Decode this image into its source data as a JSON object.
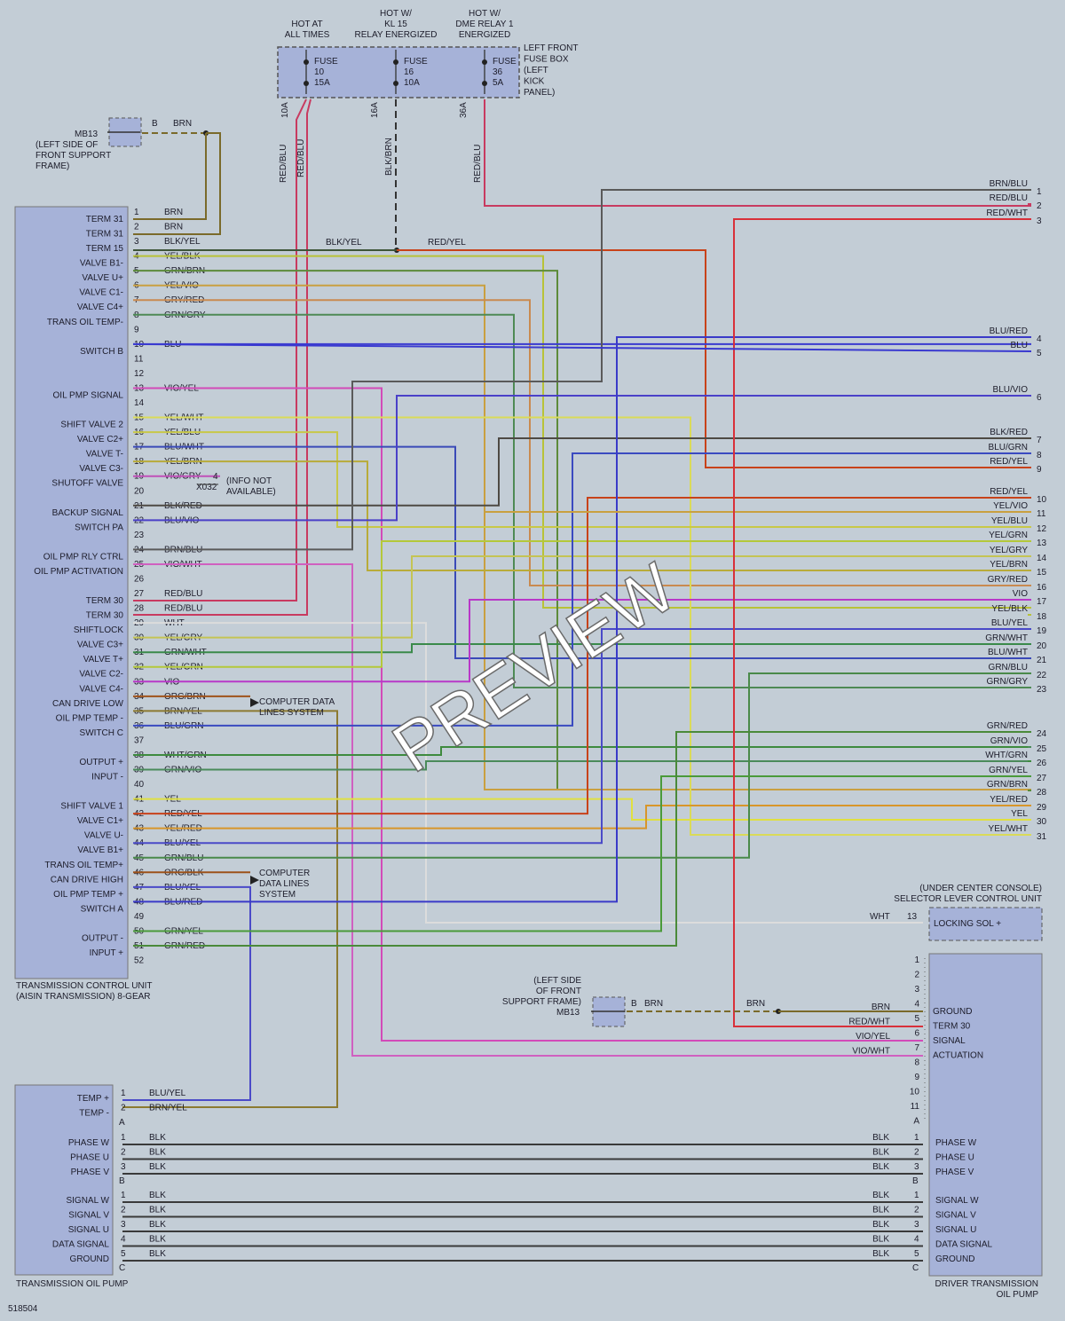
{
  "colors": {
    "background": "#c3cdd6",
    "box_fill": "#a6b2d8",
    "box_stroke": "#7a7a96"
  },
  "watermark": "PREVIEW",
  "figure_id": "518504",
  "fuse_box": {
    "headers": [
      "HOT AT ALL TIMES",
      "HOT W/ KL 15 RELAY ENERGIZED",
      "HOT W/ DME RELAY 1 ENERGIZED"
    ],
    "header_lines": [
      [
        "HOT AT",
        "ALL TIMES"
      ],
      [
        "HOT W/",
        "KL 15",
        "RELAY ENERGIZED"
      ],
      [
        "HOT W/",
        "DME RELAY 1",
        "ENERGIZED"
      ]
    ],
    "label_lines": [
      "LEFT FRONT",
      "FUSE BOX",
      "(LEFT",
      "KICK",
      "PANEL)"
    ],
    "fuses": [
      {
        "name": "FUSE",
        "number": "10",
        "rating": "15A",
        "pin": "10A",
        "wires": [
          "RED/BLU",
          "RED/BLU"
        ]
      },
      {
        "name": "FUSE",
        "number": "16",
        "rating": "10A",
        "pin": "16A",
        "wires": [
          "BLK/BRN"
        ]
      },
      {
        "name": "FUSE",
        "number": "36",
        "rating": "5A",
        "pin": "36A",
        "wires": [
          "RED/BLU"
        ]
      }
    ]
  },
  "ground_top": {
    "name": "MB13",
    "pin": "B",
    "wire": "BRN",
    "lines": [
      "(LEFT SIDE OF",
      "FRONT SUPPORT",
      "FRAME)"
    ]
  },
  "ground_bottom": {
    "name": "MB13",
    "pin": "B",
    "wire": "BRN",
    "wire2": "BRN",
    "lines": [
      "(LEFT SIDE",
      "OF FRONT",
      "SUPPORT FRAME)"
    ]
  },
  "splice_labels": [
    "BLK/YEL",
    "RED/YEL"
  ],
  "tcu": {
    "title_lines": [
      "TRANSMISSION CONTROL UNIT",
      "(AISIN TRANSMISSION) 8-GEAR"
    ],
    "pins": [
      {
        "n": "1",
        "label": "TERM 31",
        "wire": "BRN"
      },
      {
        "n": "2",
        "label": "TERM 31",
        "wire": "BRN"
      },
      {
        "n": "3",
        "label": "TERM 15",
        "wire": "BLK/YEL"
      },
      {
        "n": "4",
        "label": "VALVE B1-",
        "wire": "YEL/BLK"
      },
      {
        "n": "5",
        "label": "VALVE U+",
        "wire": "GRN/BRN"
      },
      {
        "n": "6",
        "label": "VALVE C1-",
        "wire": "YEL/VIO"
      },
      {
        "n": "7",
        "label": "VALVE C4+",
        "wire": "GRY/RED"
      },
      {
        "n": "8",
        "label": "TRANS OIL TEMP-",
        "wire": "GRN/GRY"
      },
      {
        "n": "9",
        "label": "",
        "wire": ""
      },
      {
        "n": "10",
        "label": "SWITCH B",
        "wire": "BLU"
      },
      {
        "n": "11",
        "label": "",
        "wire": ""
      },
      {
        "n": "12",
        "label": "",
        "wire": ""
      },
      {
        "n": "13",
        "label": "OIL PMP SIGNAL",
        "wire": "VIO/YEL"
      },
      {
        "n": "14",
        "label": "",
        "wire": ""
      },
      {
        "n": "15",
        "label": "SHIFT VALVE 2",
        "wire": "YEL/WHT"
      },
      {
        "n": "16",
        "label": "VALVE C2+",
        "wire": "YEL/BLU"
      },
      {
        "n": "17",
        "label": "VALVE T-",
        "wire": "BLU/WHT"
      },
      {
        "n": "18",
        "label": "VALVE C3-",
        "wire": "YEL/BRN"
      },
      {
        "n": "19",
        "label": "SHUTOFF VALVE",
        "wire": "VIO/GRY"
      },
      {
        "n": "20",
        "label": "",
        "wire": ""
      },
      {
        "n": "21",
        "label": "BACKUP SIGNAL",
        "wire": "BLK/RED"
      },
      {
        "n": "22",
        "label": "SWITCH PA",
        "wire": "BLU/VIO"
      },
      {
        "n": "23",
        "label": "",
        "wire": ""
      },
      {
        "n": "24",
        "label": "OIL PMP RLY CTRL",
        "wire": "BRN/BLU"
      },
      {
        "n": "25",
        "label": "OIL PMP ACTIVATION",
        "wire": "VIO/WHT"
      },
      {
        "n": "26",
        "label": "",
        "wire": ""
      },
      {
        "n": "27",
        "label": "TERM 30",
        "wire": "RED/BLU"
      },
      {
        "n": "28",
        "label": "TERM 30",
        "wire": "RED/BLU"
      },
      {
        "n": "29",
        "label": "SHIFTLOCK",
        "wire": "WHT"
      },
      {
        "n": "30",
        "label": "VALVE C3+",
        "wire": "YEL/GRY"
      },
      {
        "n": "31",
        "label": "VALVE T+",
        "wire": "GRN/WHT"
      },
      {
        "n": "32",
        "label": "VALVE C2-",
        "wire": "YEL/GRN"
      },
      {
        "n": "33",
        "label": "VALVE C4-",
        "wire": "VIO"
      },
      {
        "n": "34",
        "label": "CAN DRIVE LOW",
        "wire": "ORG/BRN"
      },
      {
        "n": "35",
        "label": "OIL PMP TEMP -",
        "wire": "BRN/YEL"
      },
      {
        "n": "36",
        "label": "SWITCH C",
        "wire": "BLU/GRN"
      },
      {
        "n": "37",
        "label": "",
        "wire": ""
      },
      {
        "n": "38",
        "label": "OUTPUT +",
        "wire": "WHT/GRN"
      },
      {
        "n": "39",
        "label": "INPUT -",
        "wire": "GRN/VIO"
      },
      {
        "n": "40",
        "label": "",
        "wire": ""
      },
      {
        "n": "41",
        "label": "SHIFT VALVE 1",
        "wire": "YEL"
      },
      {
        "n": "42",
        "label": "VALVE C1+",
        "wire": "RED/YEL"
      },
      {
        "n": "43",
        "label": "VALVE U-",
        "wire": "YEL/RED"
      },
      {
        "n": "44",
        "label": "VALVE B1+",
        "wire": "BLU/YEL"
      },
      {
        "n": "45",
        "label": "TRANS OIL TEMP+",
        "wire": "GRN/BLU"
      },
      {
        "n": "46",
        "label": "CAN DRIVE HIGH",
        "wire": "ORG/BLK"
      },
      {
        "n": "47",
        "label": "OIL PMP TEMP +",
        "wire": "BLU/YEL"
      },
      {
        "n": "48",
        "label": "SWITCH A",
        "wire": "BLU/RED"
      },
      {
        "n": "49",
        "label": "",
        "wire": ""
      },
      {
        "n": "50",
        "label": "OUTPUT -",
        "wire": "GRN/YEL"
      },
      {
        "n": "51",
        "label": "INPUT +",
        "wire": "GRN/RED"
      },
      {
        "n": "52",
        "label": "",
        "wire": ""
      }
    ],
    "info_pin": "4",
    "info_code": "X032",
    "info_lines": [
      "(INFO NOT",
      "AVAILABLE)"
    ],
    "data_lines_1": [
      "COMPUTER DATA",
      "LINES SYSTEM"
    ],
    "data_lines_2": [
      "COMPUTER",
      "DATA LINES",
      "SYSTEM"
    ]
  },
  "right_wires": [
    {
      "n": "1",
      "wire": "BRN/BLU"
    },
    {
      "n": "2",
      "wire": "RED/BLU"
    },
    {
      "n": "3",
      "wire": "RED/WHT"
    },
    {
      "n": "4",
      "wire": "BLU/RED"
    },
    {
      "n": "5",
      "wire": "BLU"
    },
    {
      "n": "6",
      "wire": "BLU/VIO"
    },
    {
      "n": "7",
      "wire": "BLK/RED"
    },
    {
      "n": "8",
      "wire": "BLU/GRN"
    },
    {
      "n": "9",
      "wire": "RED/YEL"
    },
    {
      "n": "10",
      "wire": "RED/YEL"
    },
    {
      "n": "11",
      "wire": "YEL/VIO"
    },
    {
      "n": "12",
      "wire": "YEL/BLU"
    },
    {
      "n": "13",
      "wire": "YEL/GRN"
    },
    {
      "n": "14",
      "wire": "YEL/GRY"
    },
    {
      "n": "15",
      "wire": "YEL/BRN"
    },
    {
      "n": "16",
      "wire": "GRY/RED"
    },
    {
      "n": "17",
      "wire": "VIO"
    },
    {
      "n": "18",
      "wire": "YEL/BLK"
    },
    {
      "n": "19",
      "wire": "BLU/YEL"
    },
    {
      "n": "20",
      "wire": "GRN/WHT"
    },
    {
      "n": "21",
      "wire": "BLU/WHT"
    },
    {
      "n": "22",
      "wire": "GRN/BLU"
    },
    {
      "n": "23",
      "wire": "GRN/GRY"
    },
    {
      "n": "24",
      "wire": "GRN/RED"
    },
    {
      "n": "25",
      "wire": "GRN/VIO"
    },
    {
      "n": "26",
      "wire": "WHT/GRN"
    },
    {
      "n": "27",
      "wire": "GRN/YEL"
    },
    {
      "n": "28",
      "wire": "GRN/BRN"
    },
    {
      "n": "29",
      "wire": "YEL/RED"
    },
    {
      "n": "30",
      "wire": "YEL"
    },
    {
      "n": "31",
      "wire": "YEL/WHT"
    }
  ],
  "selector": {
    "title_lines": [
      "(UNDER CENTER CONSOLE)",
      "SELECTOR LEVER CONTROL UNIT"
    ],
    "pin": "13",
    "wire": "WHT",
    "label": "LOCKING SOL +"
  },
  "driver": {
    "title_lines": [
      "DRIVER TRANSMISSION",
      "OIL PUMP"
    ],
    "upper_pins": [
      "1",
      "2",
      "3",
      "4",
      "5",
      "6",
      "7",
      "8",
      "9",
      "10",
      "11",
      "A"
    ],
    "upper": [
      {
        "pin": "5",
        "wire": "BRN",
        "label": "GROUND"
      },
      {
        "pin": "6",
        "wire": "RED/WHT",
        "label": "TERM 30"
      },
      {
        "pin": "7",
        "wire": "VIO/YEL",
        "label": "SIGNAL"
      },
      {
        "pin": "8",
        "wire": "VIO/WHT",
        "label": "ACTUATION"
      }
    ],
    "phase": [
      {
        "pin": "1",
        "label": "PHASE W"
      },
      {
        "pin": "2",
        "label": "PHASE U"
      },
      {
        "pin": "3",
        "label": "PHASE V"
      }
    ],
    "phase_conn": "B",
    "signal": [
      {
        "pin": "1",
        "label": "SIGNAL W"
      },
      {
        "pin": "2",
        "label": "SIGNAL V"
      },
      {
        "pin": "3",
        "label": "SIGNAL U"
      },
      {
        "pin": "4",
        "label": "DATA SIGNAL"
      },
      {
        "pin": "5",
        "label": "GROUND"
      }
    ],
    "signal_conn": "C"
  },
  "pump": {
    "title": "TRANSMISSION OIL PUMP",
    "temp": [
      {
        "pin": "1",
        "label": "TEMP +",
        "wire": "BLU/YEL"
      },
      {
        "pin": "2",
        "label": "TEMP -",
        "wire": "BRN/YEL"
      }
    ],
    "temp_conn": "A",
    "phase": [
      {
        "pin": "1",
        "label": "PHASE W"
      },
      {
        "pin": "2",
        "label": "PHASE U"
      },
      {
        "pin": "3",
        "label": "PHASE V"
      }
    ],
    "phase_conn": "B",
    "signal": [
      {
        "pin": "1",
        "label": "SIGNAL W"
      },
      {
        "pin": "2",
        "label": "SIGNAL V"
      },
      {
        "pin": "3",
        "label": "SIGNAL U"
      },
      {
        "pin": "4",
        "label": "DATA SIGNAL"
      },
      {
        "pin": "5",
        "label": "GROUND"
      }
    ],
    "signal_conn": "C",
    "wire": "BLK"
  }
}
